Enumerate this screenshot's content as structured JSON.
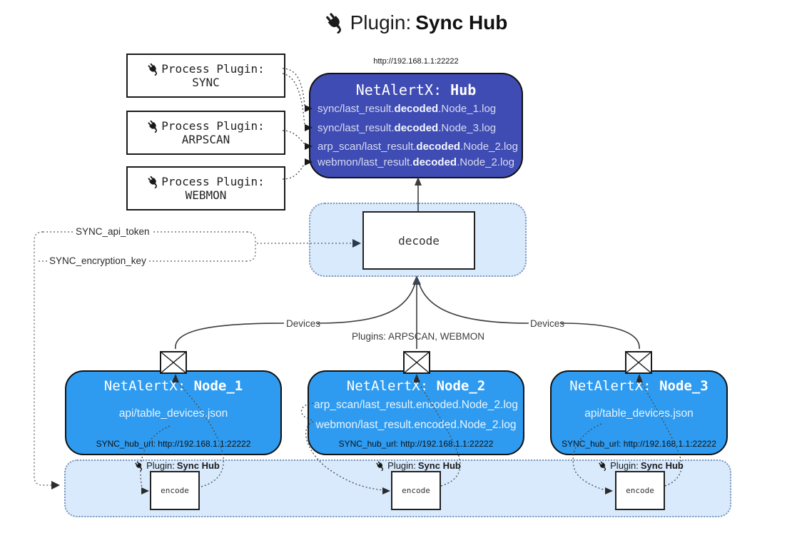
{
  "title": {
    "prefix": "Plugin: ",
    "bold": "Sync Hub"
  },
  "process_plugins": [
    {
      "line1": "Process Plugin:",
      "name": "SYNC"
    },
    {
      "line1": "Process Plugin:",
      "name": "ARPSCAN"
    },
    {
      "line1": "Process Plugin:",
      "name": "WEBMON"
    }
  ],
  "hub": {
    "url": "http://192.168.1.1:22222",
    "title_prefix": "NetAlertX: ",
    "title_bold": "Hub",
    "lines": [
      {
        "pre": "sync/last_result.",
        "bold": "decoded",
        "post": ".Node_1.log"
      },
      {
        "pre": "sync/last_result.",
        "bold": "decoded",
        "post": ".Node_3.log"
      },
      {
        "pre": "arp_scan/last_result.",
        "bold": "decoded",
        "post": ".Node_2.log"
      },
      {
        "pre": "webmon/last_result.",
        "bold": "decoded",
        "post": ".Node_2.log"
      }
    ]
  },
  "decode_label": "decode",
  "tokens": {
    "api_token": "SYNC_api_token",
    "encryption_key": "SYNC_encryption_key"
  },
  "edge_labels": {
    "devices_left": "Devices",
    "devices_right": "Devices",
    "plugins_center": "Plugins: ARPSCAN, WEBMON"
  },
  "nodes": [
    {
      "title_prefix": "NetAlertX: ",
      "title_bold": "Node_1",
      "files": [
        "api/table_devices.json"
      ],
      "hub_url": "SYNC_hub_url: http://192.168.1.1:22222"
    },
    {
      "title_prefix": "NetAlertX: ",
      "title_bold": "Node_2",
      "files": [
        "arp_scan/last_result.encoded.Node_2.log",
        "webmon/last_result.encoded.Node_2.log"
      ],
      "hub_url": "SYNC_hub_url: http://192.168.1.1:22222"
    },
    {
      "title_prefix": "NetAlertX: ",
      "title_bold": "Node_3",
      "files": [
        "api/table_devices.json"
      ],
      "hub_url": "SYNC_hub_url: http://192.168.1.1:22222"
    }
  ],
  "bar": {
    "plugin_label_prefix": "Plugin: ",
    "plugin_label_bold": "Sync Hub",
    "encode_label": "encode"
  },
  "colors": {
    "hub_fill": "#3F4CB4",
    "node_fill": "#2E9BF0",
    "panel_fill": "#D9EAFC",
    "panel_border": "#7E96B8",
    "line": "#3D3D3D",
    "text_dark": "#1A1A1A",
    "hub_text": "#D6DBEE"
  }
}
